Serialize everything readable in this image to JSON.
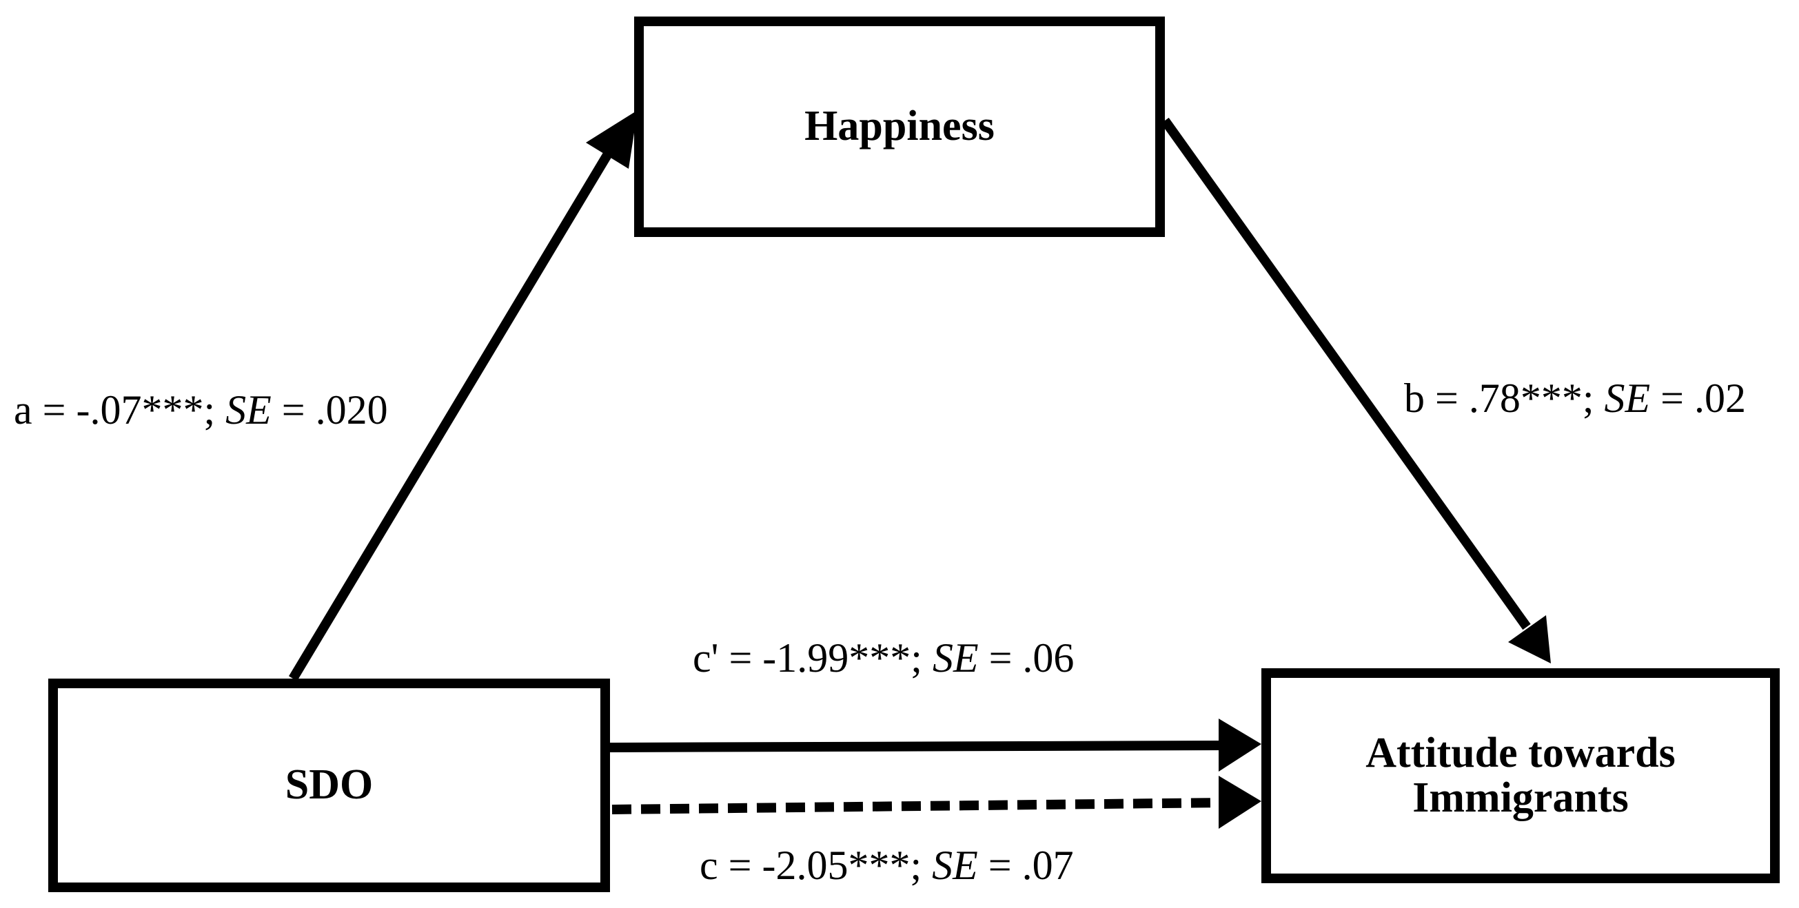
{
  "nodes": {
    "mediator": "Happiness",
    "predictor": "SDO",
    "outcome_line1": "Attitude towards",
    "outcome_line2": "Immigrants"
  },
  "paths": {
    "a": {
      "prefix": "a = -.07***; ",
      "se_label": "SE",
      "suffix": " = .020"
    },
    "b": {
      "prefix": "b = .78***; ",
      "se_label": "SE",
      "suffix": " = .02"
    },
    "c_prime": {
      "prefix": "c' = -1.99***; ",
      "se_label": "SE",
      "suffix": " = .06"
    },
    "c": {
      "prefix": "c = -2.05***; ",
      "se_label": "SE",
      "suffix": " = .07"
    }
  }
}
